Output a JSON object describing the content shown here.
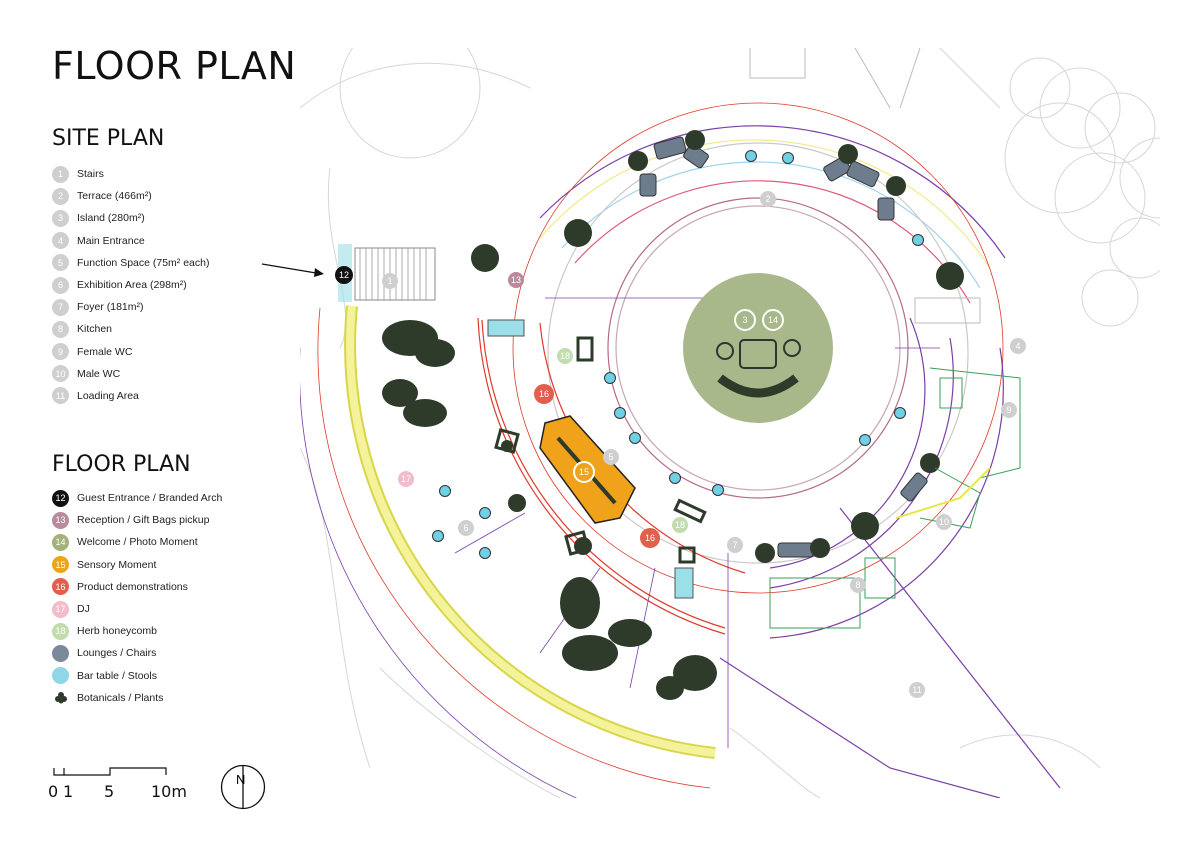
{
  "title": "FLOOR PLAN",
  "site_plan": {
    "heading": "SITE PLAN",
    "items": [
      {
        "num": "1",
        "label": "Stairs"
      },
      {
        "num": "2",
        "label": "Terrace (466m²)"
      },
      {
        "num": "3",
        "label": "Island (280m²)"
      },
      {
        "num": "4",
        "label": "Main Entrance"
      },
      {
        "num": "5",
        "label": "Function Space (75m² each)"
      },
      {
        "num": "6",
        "label": "Exhibition Area (298m²)"
      },
      {
        "num": "7",
        "label": "Foyer (181m²)"
      },
      {
        "num": "8",
        "label": "Kitchen"
      },
      {
        "num": "9",
        "label": "Female WC"
      },
      {
        "num": "10",
        "label": "Male WC"
      },
      {
        "num": "11",
        "label": "Loading Area"
      }
    ],
    "badge_color": "#cfcfcf"
  },
  "floor_plan": {
    "heading": "FLOOR PLAN",
    "items": [
      {
        "num": "12",
        "label": "Guest Entrance / Branded Arch",
        "color": "#111111"
      },
      {
        "num": "13",
        "label": "Reception / Gift Bags pickup",
        "color": "#b98a9c"
      },
      {
        "num": "14",
        "label": "Welcome / Photo Moment",
        "color": "#a4b27a"
      },
      {
        "num": "15",
        "label": "Sensory Moment",
        "color": "#f0a21b"
      },
      {
        "num": "16",
        "label": "Product demonstrations",
        "color": "#e35e4d"
      },
      {
        "num": "17",
        "label": "DJ",
        "color": "#f2bccb"
      },
      {
        "num": "18",
        "label": "Herb honeycomb",
        "color": "#c2dcae"
      },
      {
        "num": "",
        "label": "Lounges / Chairs",
        "color": "#7a8a9a"
      },
      {
        "num": "",
        "label": "Bar table / Stools",
        "color": "#8fd6e8"
      },
      {
        "num": "",
        "label": "Botanicals / Plants",
        "color": "plant"
      }
    ]
  },
  "scale": {
    "l0": "0",
    "l1": "1",
    "l5": "5",
    "l10": "10m"
  },
  "north": "N",
  "map_markers": {
    "m1": "1",
    "m2": "2",
    "m3": "3",
    "m4": "4",
    "m5": "5",
    "m6": "6",
    "m7": "7",
    "m8": "8",
    "m9": "9",
    "m10": "10",
    "m11": "11",
    "m12": "12",
    "m13": "13",
    "m14": "14",
    "m15": "15",
    "m16a": "16",
    "m16b": "16",
    "m17": "17",
    "m18a": "18",
    "m18b": "18"
  },
  "colors": {
    "island_green": "#a9b88a",
    "sensory_orange": "#f0a21b",
    "demo_red": "#e35e4d",
    "accent_yellow": "#e8e84a",
    "wall_purple": "#7a3fa8",
    "wall_red": "#e0392b",
    "bar_blue": "#6fd0e6",
    "lounge_grey": "#6d7d8e"
  }
}
